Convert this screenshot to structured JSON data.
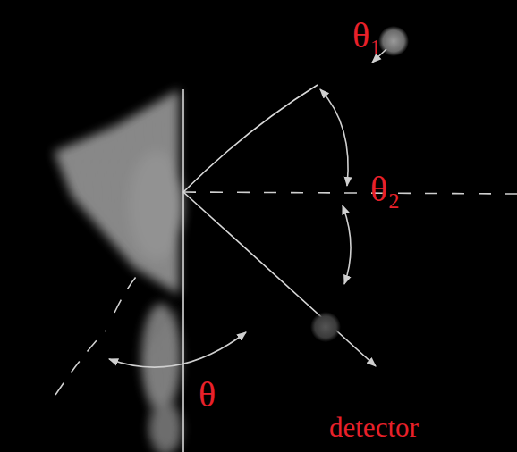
{
  "diagram": {
    "labels": [
      "θ₁",
      "θ₂",
      "θ",
      "detector"
    ]
  }
}
